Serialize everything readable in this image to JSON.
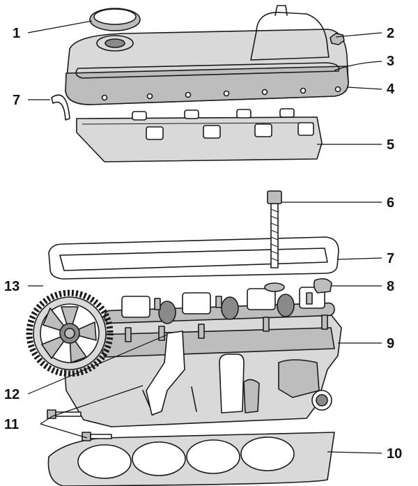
{
  "diagram": {
    "callouts": [
      {
        "id": "c1",
        "text": "1"
      },
      {
        "id": "c2",
        "text": "2"
      },
      {
        "id": "c3",
        "text": "3"
      },
      {
        "id": "c4",
        "text": "4"
      },
      {
        "id": "c7a",
        "text": "7"
      },
      {
        "id": "c5",
        "text": "5"
      },
      {
        "id": "c6",
        "text": "6"
      },
      {
        "id": "c7b",
        "text": "7"
      },
      {
        "id": "c13",
        "text": "13"
      },
      {
        "id": "c8",
        "text": "8"
      },
      {
        "id": "c9",
        "text": "9"
      },
      {
        "id": "c12",
        "text": "12"
      },
      {
        "id": "c11",
        "text": "11"
      },
      {
        "id": "c10",
        "text": "10"
      }
    ]
  }
}
